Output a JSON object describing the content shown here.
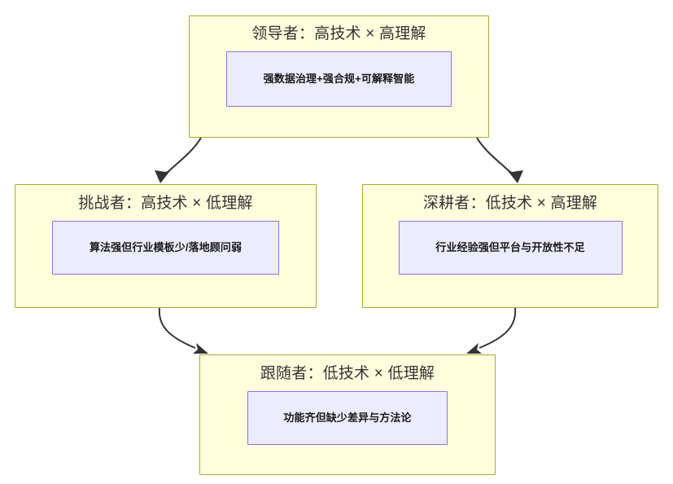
{
  "diagram": {
    "type": "flowchart",
    "direction": "top-down",
    "background_color": "#ffffff",
    "node_fill": "#ffffde",
    "node_border": "#aaaa33",
    "subnode_fill": "#ececff",
    "subnode_border": "#9370db",
    "edge_color": "#333333",
    "title_color": "#333333",
    "label_color": "#1a1a1a"
  },
  "nodes": [
    {
      "id": "leader",
      "title": "领导者：高技术 × 高理解",
      "detail": "强数据治理+强合规+可解释智能"
    },
    {
      "id": "challenger",
      "title": "挑战者：高技术 × 低理解",
      "detail": "算法强但行业模板少/落地顾问弱"
    },
    {
      "id": "cultivator",
      "title": "深耕者：低技术 × 高理解",
      "detail": "行业经验强但平台与开放性不足"
    },
    {
      "id": "follower",
      "title": "跟随者：低技术 × 低理解",
      "detail": "功能齐但缺少差异与方法论"
    }
  ],
  "edges": [
    {
      "id": "leader-to-challenger",
      "from": "leader",
      "to": "challenger",
      "label": ""
    },
    {
      "id": "leader-to-cultivator",
      "from": "leader",
      "to": "cultivator",
      "label": ""
    },
    {
      "id": "challenger-to-follower",
      "from": "challenger",
      "to": "follower",
      "label": ""
    },
    {
      "id": "cultivator-to-follower",
      "from": "cultivator",
      "to": "follower",
      "label": ""
    }
  ]
}
